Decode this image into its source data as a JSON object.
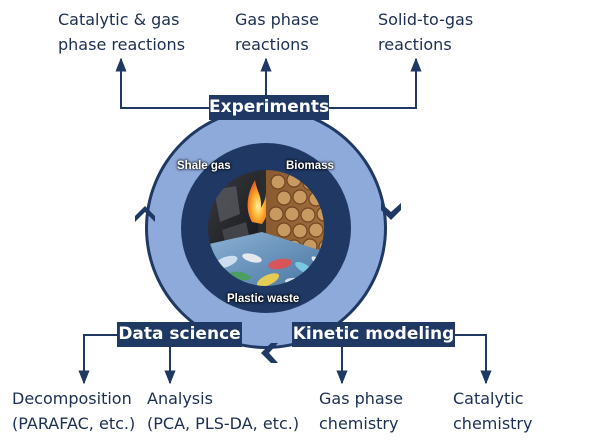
{
  "colors": {
    "navy": "#1f3864",
    "ring_light": "#8eaadb",
    "text": "#1c2e52"
  },
  "experiments": {
    "label": "Experiments",
    "outputs": [
      "Catalytic & gas\nphase reactions",
      "Gas phase\nreactions",
      "Solid-to-gas\nreactions"
    ]
  },
  "data_science": {
    "label": "Data science",
    "outputs": [
      "Decomposition\n(PARAFAC, etc.)",
      "Analysis\n(PCA, PLS-DA, etc.)"
    ]
  },
  "kinetic_modeling": {
    "label": "Kinetic modeling",
    "outputs": [
      "Gas phase\nchemistry",
      "Catalytic\nchemistry"
    ]
  },
  "feedstocks": {
    "shale_gas": "Shale gas",
    "biomass": "Biomass",
    "plastic_waste": "Plastic waste"
  },
  "cycle_arrows": {
    "right": "chevron-down-icon",
    "bottom": "chevron-left-icon",
    "left": "chevron-up-icon"
  }
}
